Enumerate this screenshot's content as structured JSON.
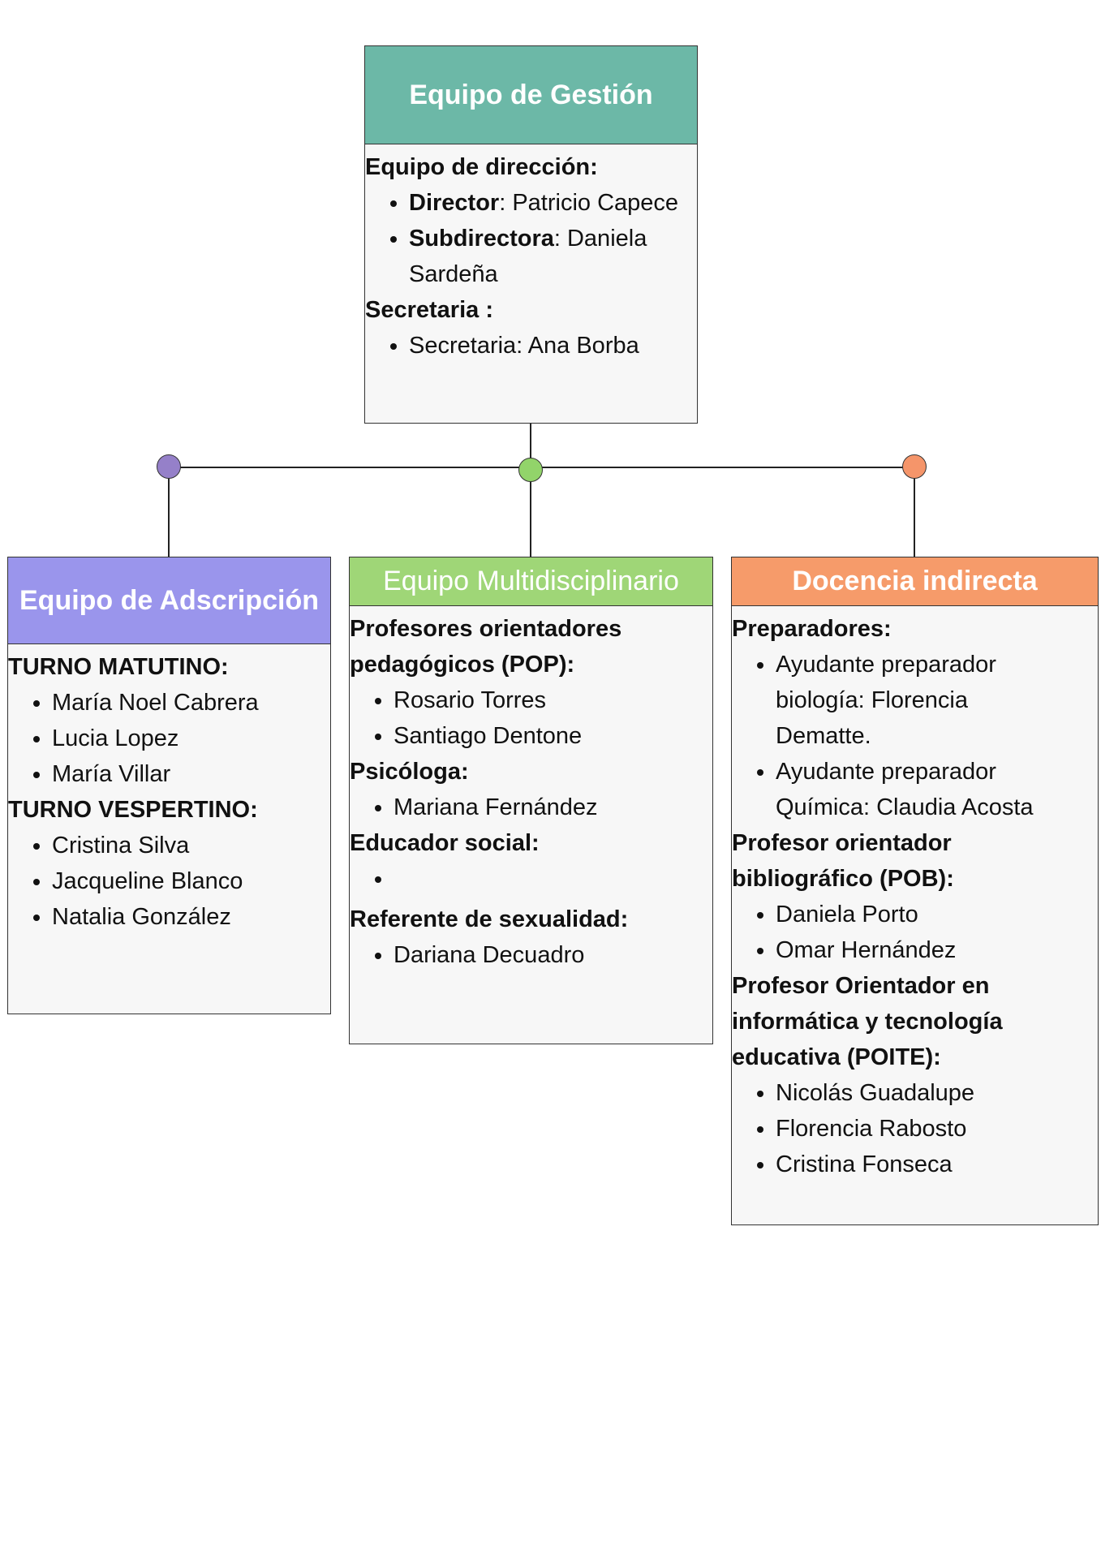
{
  "colors": {
    "gestion": "#6cb8a7",
    "adscripcion": "#9a95ec",
    "multi": "#9fd677",
    "docencia": "#f69b6a"
  },
  "gestion": {
    "title": "Equipo de Gestión",
    "direccion_heading": "Equipo de dirección:",
    "director_label": "Director",
    "director_name": ": Patricio Capece",
    "subdirectora_label": "Subdirectora",
    "subdirectora_name": ": Daniela Sardeña",
    "secretaria_heading": "Secretaria :",
    "secretaria_item": "Secretaria: Ana Borba"
  },
  "adscripcion": {
    "title": "Equipo de Adscripción",
    "matutino_heading": "TURNO MATUTINO:",
    "matutino": [
      "María Noel Cabrera",
      "Lucia Lopez",
      "María Villar"
    ],
    "vespertino_heading": "TURNO VESPERTINO:",
    "vespertino": [
      "Cristina Silva",
      "Jacqueline Blanco",
      "Natalia González"
    ]
  },
  "multi": {
    "title": "Equipo Multidisciplinario",
    "pop_heading": "Profesores orientadores pedagógicos (POP):",
    "pop": [
      "Rosario Torres",
      "Santiago Dentone"
    ],
    "psicologa_heading": "Psicóloga:",
    "psicologa": [
      "Mariana Fernández"
    ],
    "educador_heading": "Educador social:",
    "educador": [
      ""
    ],
    "referente_heading": "Referente de sexualidad:",
    "referente": [
      "Dariana Decuadro"
    ]
  },
  "docencia": {
    "title": "Docencia indirecta",
    "preparadores_heading": "Preparadores:",
    "preparadores": [
      "Ayudante preparador biología: Florencia Dematte.",
      "Ayudante preparador Química: Claudia Acosta"
    ],
    "pob_heading": "Profesor orientador bibliográfico (POB):",
    "pob": [
      "Daniela Porto",
      "Omar Hernández"
    ],
    "poite_heading": "Profesor Orientador en informática y tecnología educativa (POITE):",
    "poite": [
      "Nicolás Guadalupe",
      "Florencia Rabosto",
      "Cristina Fonseca"
    ]
  }
}
